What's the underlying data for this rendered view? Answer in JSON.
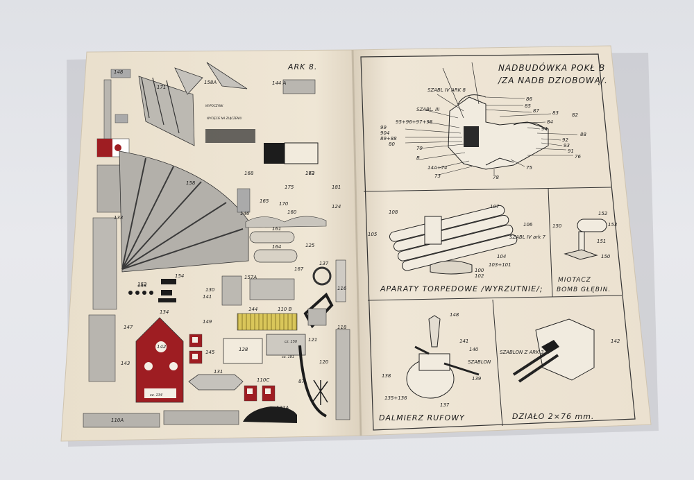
{
  "left_page": {
    "sheet_label": "ARK 8.",
    "part_numbers": [
      "148",
      "171",
      "158A",
      "158",
      "144 A",
      "163",
      "152",
      "137",
      "134",
      "142",
      "145",
      "128",
      "131",
      "110C",
      "122A",
      "110A",
      "121",
      "120",
      "87",
      "116",
      "118",
      "144",
      "110 B",
      "157A",
      "153",
      "154",
      "141",
      "149",
      "130",
      "133",
      "147",
      "143",
      "168",
      "170",
      "175",
      "172",
      "181",
      "146",
      "124",
      "161",
      "164",
      "125",
      "167",
      "165",
      "160"
    ],
    "pattern_labels": [
      "WYPOCZYNK",
      "WYCIĘCIE NA ZŁĄCZENIU"
    ],
    "small_labels": [
      "cz. 150",
      "cz. 181",
      "cz. 134"
    ]
  },
  "right_page": {
    "panel_superstructure": {
      "title_line1": "NADBUDÓWKA POKŁ B",
      "title_line2": "/ZA NADB DZIOBOWĄ/.",
      "labels_left": [
        "SZABL IV ARK 8",
        "SZABL. III",
        "95+96+97+98",
        "99",
        "904",
        "89+88",
        "80",
        "79",
        "B",
        "14A+74",
        "73"
      ],
      "labels_right": [
        "86",
        "85",
        "87",
        "83",
        "82",
        "84",
        "94",
        "88",
        "92",
        "93",
        "91",
        "76",
        "75",
        "78"
      ]
    },
    "panel_torpedo": {
      "title": "APARATY TORPEDOWE /WYRZUTNIE/;",
      "labels": [
        "108",
        "107",
        "105",
        "106",
        "SZABL IV ark 7",
        "104",
        "103+101",
        "100",
        "102"
      ]
    },
    "panel_depth_charge": {
      "title_line1": "MIOTACZ",
      "title_line2": "BOMB GŁĘBIN.",
      "labels": [
        "152",
        "150",
        "153",
        "151",
        "150"
      ]
    },
    "panel_rangefinder": {
      "title": "DALMIERZ RUFOWY",
      "labels": [
        "148",
        "141",
        "140",
        "SZABLON",
        "138",
        "139",
        "135+136",
        "137"
      ]
    },
    "panel_gun": {
      "title": "DZIAŁO 2×76 mm.",
      "labels": [
        "SZABLON Z ARK 3",
        "142"
      ]
    }
  },
  "colors": {
    "paper": "#efe6d6",
    "ink": "#2a2a2a",
    "red": "#9e1d22",
    "yellow": "#d9c65a",
    "grey": "#a9a7a3"
  }
}
